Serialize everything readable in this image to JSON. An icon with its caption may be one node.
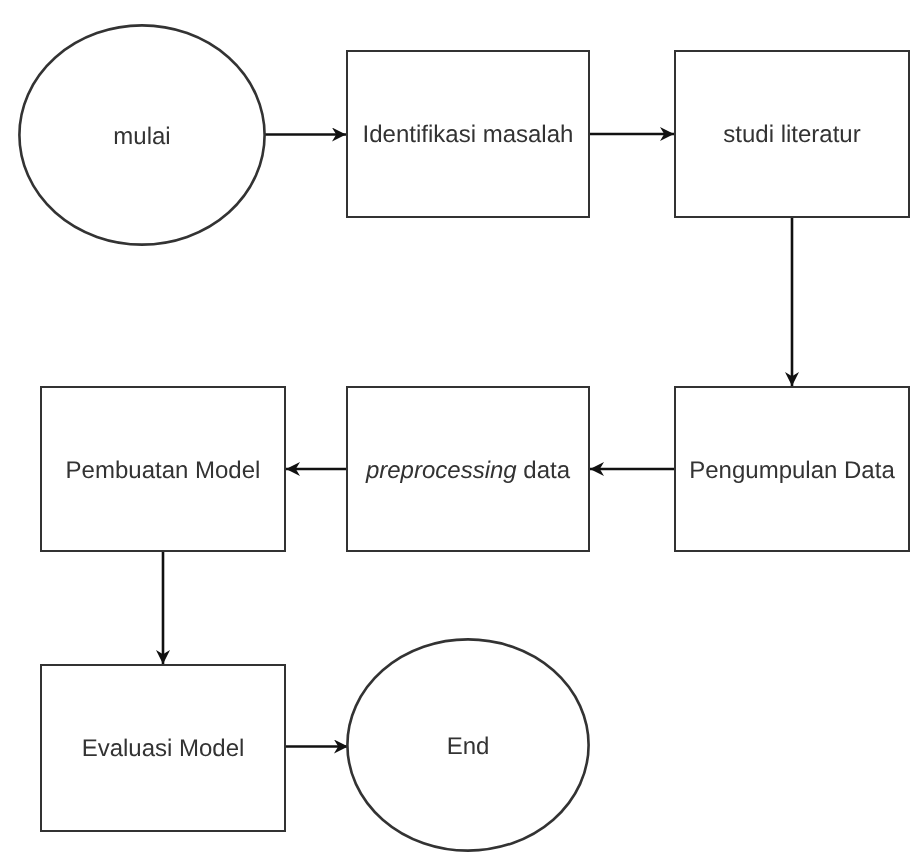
{
  "diagram": {
    "nodes": [
      {
        "text": [
          "mulai"
        ]
      },
      {
        "text": [
          "Identifikasi masalah"
        ]
      },
      {
        "text": [
          "studi literatur"
        ]
      },
      {
        "text": [
          "Pengumpulan Data"
        ]
      },
      {
        "text": [
          "*preprocessing* data"
        ]
      },
      {
        "text": [
          "Pembuatan Model"
        ]
      },
      {
        "text": [
          "Evaluasi Model"
        ]
      },
      {
        "text": [
          "End"
        ]
      }
    ],
    "edges": [
      {
        "from": 0,
        "to": 1,
        "arrow": "to"
      },
      {
        "from": 1,
        "to": 2,
        "arrow": "to"
      },
      {
        "from": 2,
        "to": 3,
        "arrow": "to"
      },
      {
        "from": 3,
        "to": 4,
        "arrow": "to"
      },
      {
        "from": 4,
        "to": 5,
        "arrow": "to"
      },
      {
        "from": 5,
        "to": 6,
        "arrow": "to"
      },
      {
        "from": 6,
        "to": 7,
        "arrow": "to"
      }
    ]
  }
}
